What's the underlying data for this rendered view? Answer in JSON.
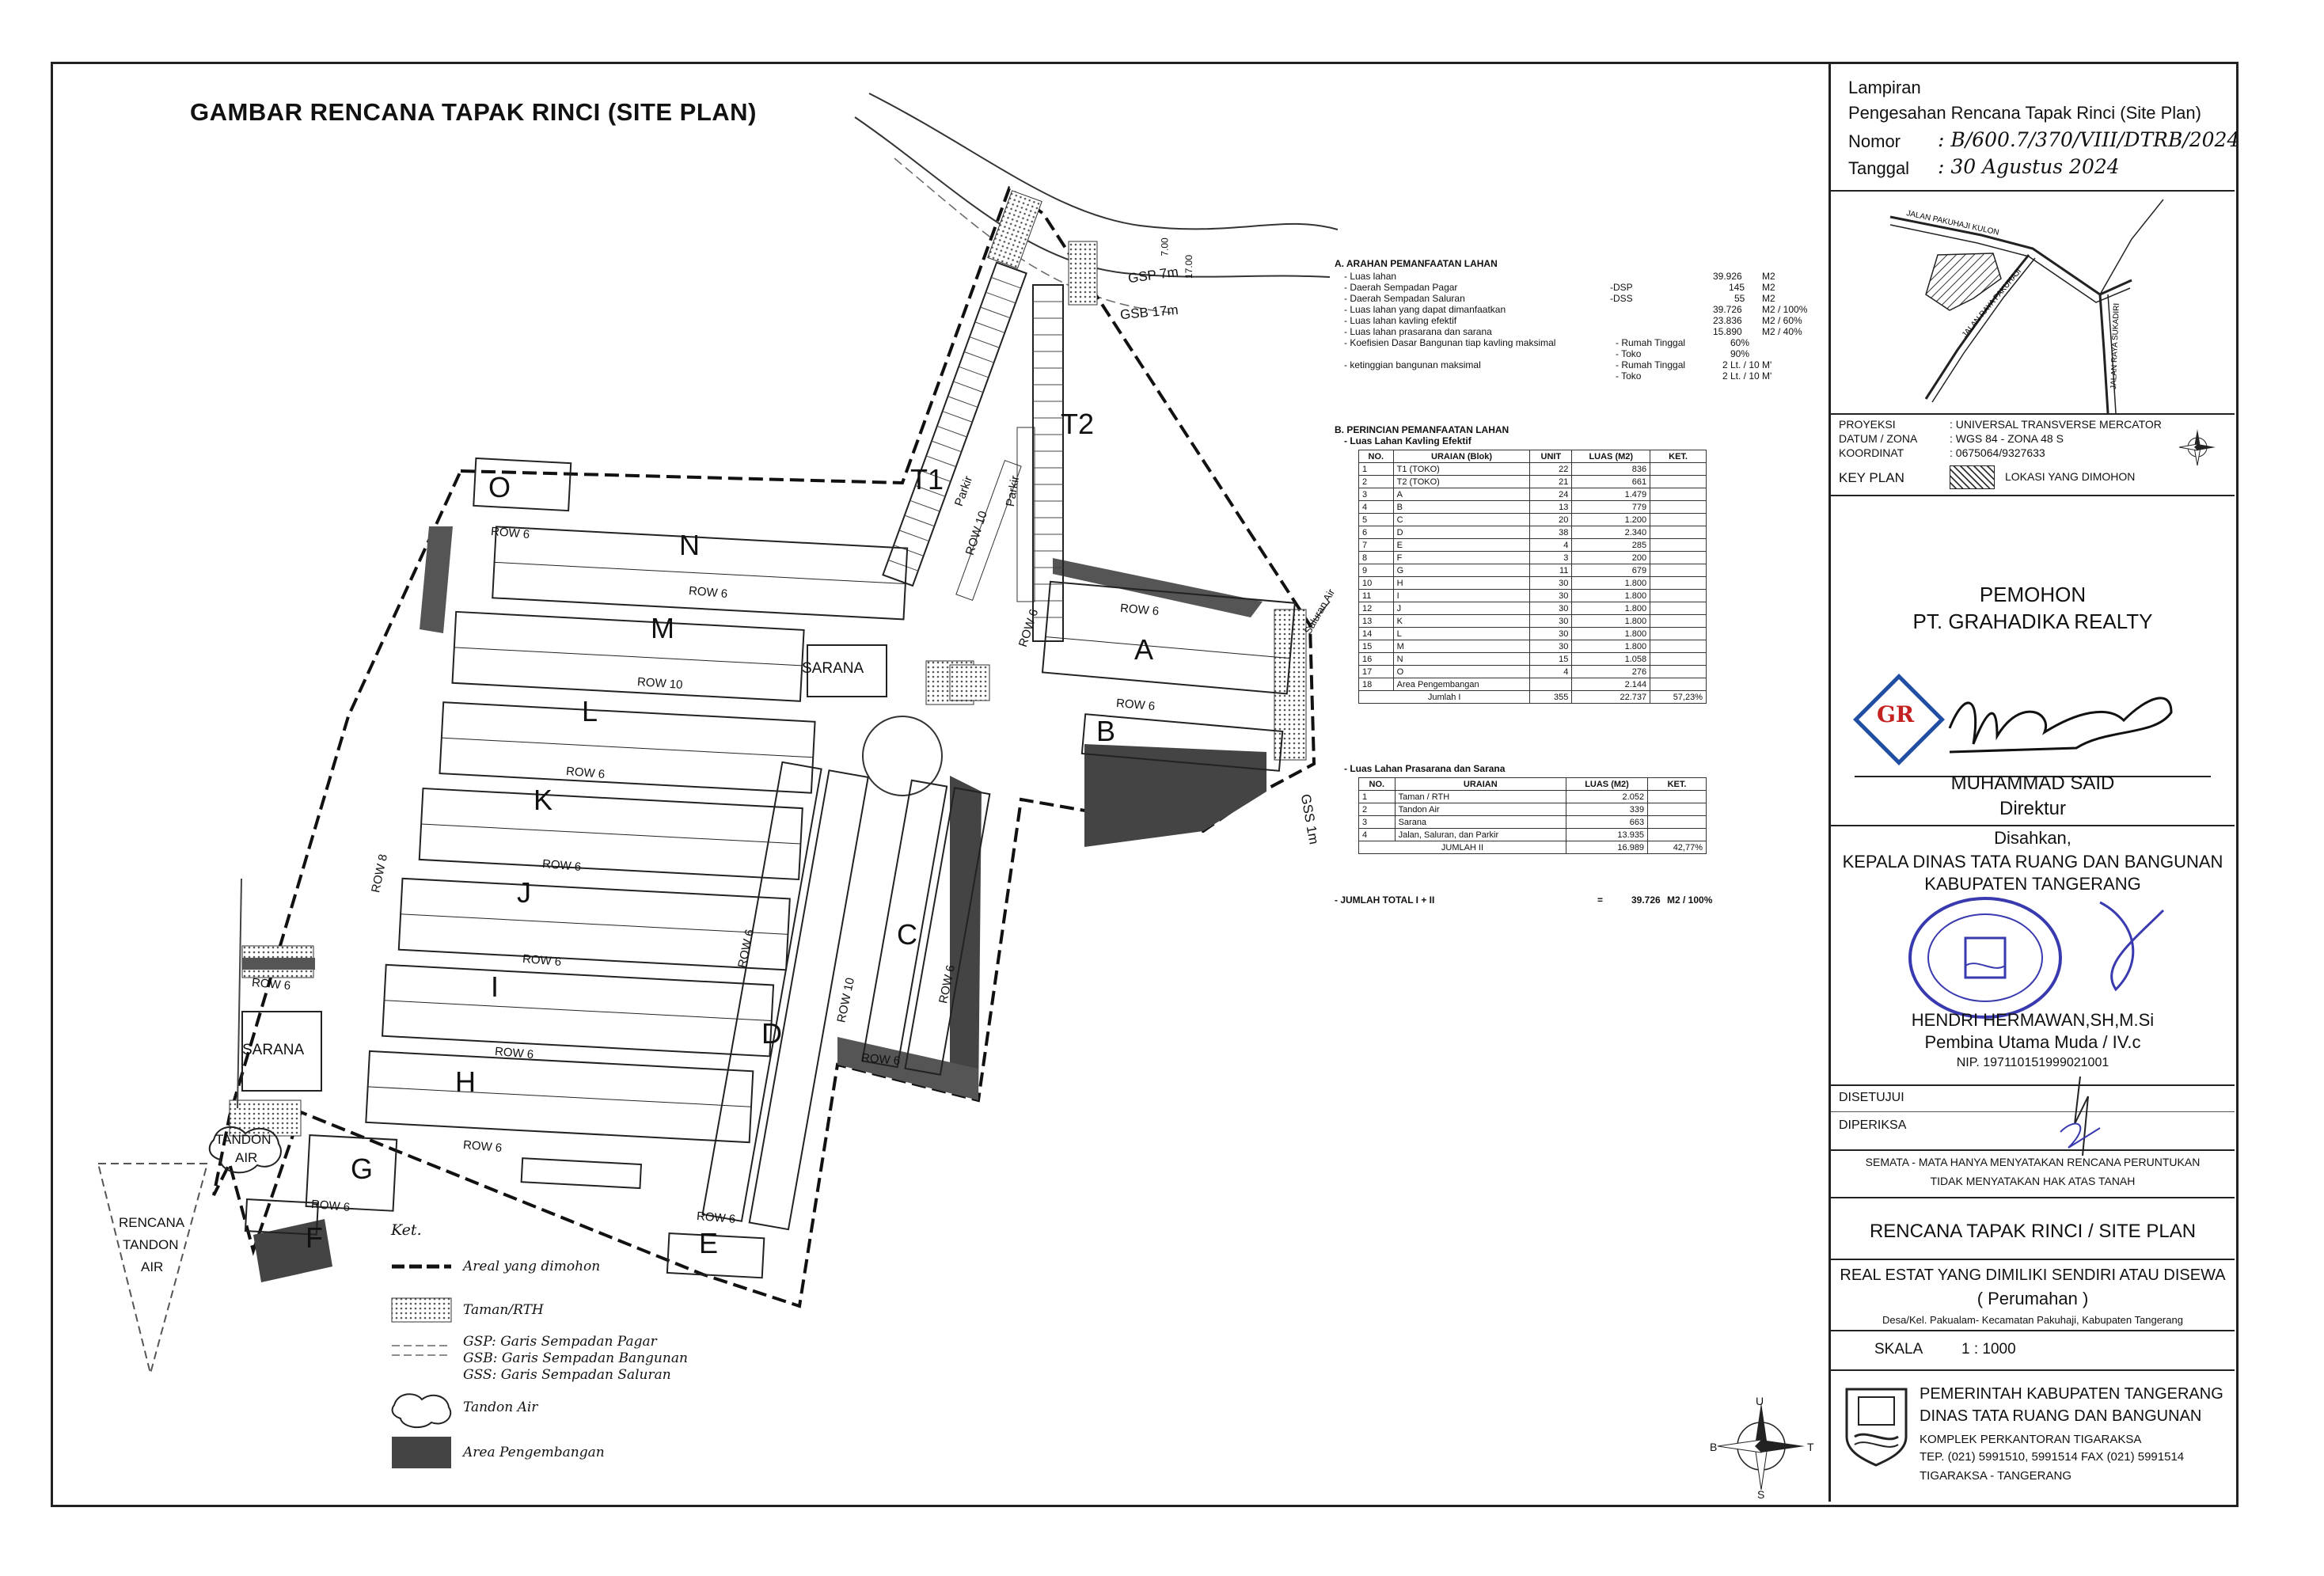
{
  "title": "GAMBAR RENCANA TAPAK RINCI (SITE PLAN)",
  "site_labels": {
    "gsp": "GSP 7m",
    "gsb": "GSB 17m",
    "gss": "GSS 1m",
    "saluran": "Saluran Air",
    "dim1": "7.00",
    "dim2": "17.00",
    "parkir1": "Parkir",
    "parkir2": "Parkir",
    "row10_a": "ROW 10",
    "row10_b": "ROW 10",
    "row10_c": "ROW 10",
    "row8": "ROW 8",
    "row6": "ROW 6",
    "sarana": "SARANA",
    "tandon_air1": "TANDON",
    "tandon_air2": "AIR",
    "rencana_tandon1": "RENCANA",
    "rencana_tandon2": "TANDON",
    "rencana_tandon3": "AIR"
  },
  "blocks": [
    "O",
    "N",
    "M",
    "L",
    "K",
    "J",
    "I",
    "H",
    "G",
    "F",
    "E",
    "D",
    "C",
    "B",
    "A",
    "T1",
    "T2"
  ],
  "info": {
    "a_head": "A. ARAHAN PEMANFAATAN LAHAN",
    "a_rows": [
      {
        "l": "- Luas lahan",
        "m": "",
        "v": "39.926",
        "u": "M2"
      },
      {
        "l": "- Daerah Sempadan Pagar",
        "m": "-DSP",
        "v": "145",
        "u": "M2"
      },
      {
        "l": "- Daerah Sempadan Saluran",
        "m": "-DSS",
        "v": "55",
        "u": "M2"
      },
      {
        "l": "- Luas lahan yang dapat dimanfaatkan",
        "m": "",
        "v": "39.726",
        "u": "M2 / 100%"
      },
      {
        "l": "- Luas lahan kavling efektif",
        "m": "",
        "v": "23.836",
        "u": "M2 / 60%"
      },
      {
        "l": "- Luas lahan prasarana dan sarana",
        "m": "",
        "v": "15.890",
        "u": "M2 / 40%"
      },
      {
        "l": "- Koefisien Dasar Bangunan tiap kavling maksimal",
        "m": "- Rumah Tinggal",
        "v": "60%",
        "u": ""
      },
      {
        "l": "",
        "m": "- Toko",
        "v": "90%",
        "u": ""
      },
      {
        "l": "- ketinggian bangunan maksimal",
        "m": "- Rumah Tinggal",
        "v": "2 Lt. / 10 M'",
        "u": ""
      },
      {
        "l": "",
        "m": "- Toko",
        "v": "2 Lt. / 10 M'",
        "u": ""
      }
    ],
    "b_head": "B. PERINCIAN PEMANFAATAN LAHAN",
    "b1_head": "- Luas Lahan Kavling Efektif",
    "t1_cols": [
      "NO.",
      "URAIAN (Blok)",
      "UNIT",
      "LUAS (M2)",
      "KET."
    ],
    "t1_rows": [
      [
        "1",
        "T1 (TOKO)",
        "22",
        "836",
        ""
      ],
      [
        "2",
        "T2 (TOKO)",
        "21",
        "661",
        ""
      ],
      [
        "3",
        "A",
        "24",
        "1.479",
        ""
      ],
      [
        "4",
        "B",
        "13",
        "779",
        ""
      ],
      [
        "5",
        "C",
        "20",
        "1.200",
        ""
      ],
      [
        "6",
        "D",
        "38",
        "2.340",
        ""
      ],
      [
        "7",
        "E",
        "4",
        "285",
        ""
      ],
      [
        "8",
        "F",
        "3",
        "200",
        ""
      ],
      [
        "9",
        "G",
        "11",
        "679",
        ""
      ],
      [
        "10",
        "H",
        "30",
        "1.800",
        ""
      ],
      [
        "11",
        "I",
        "30",
        "1.800",
        ""
      ],
      [
        "12",
        "J",
        "30",
        "1.800",
        ""
      ],
      [
        "13",
        "K",
        "30",
        "1.800",
        ""
      ],
      [
        "14",
        "L",
        "30",
        "1.800",
        ""
      ],
      [
        "15",
        "M",
        "30",
        "1.800",
        ""
      ],
      [
        "16",
        "N",
        "15",
        "1.058",
        ""
      ],
      [
        "17",
        "O",
        "4",
        "276",
        ""
      ],
      [
        "18",
        "Area Pengembangan",
        "",
        "2.144",
        ""
      ]
    ],
    "t1_total": {
      "label": "Jumlah I",
      "unit": "355",
      "luas": "22.737",
      "ket": "57,23%"
    },
    "b2_head": "- Luas Lahan Prasarana dan Sarana",
    "t2_cols": [
      "NO.",
      "URAIAN",
      "LUAS (M2)",
      "KET."
    ],
    "t2_rows": [
      [
        "1",
        "Taman / RTH",
        "2.052",
        ""
      ],
      [
        "2",
        "Tandon Air",
        "339",
        ""
      ],
      [
        "3",
        "Sarana",
        "663",
        ""
      ],
      [
        "4",
        "Jalan, Saluran, dan Parkir",
        "13.935",
        ""
      ]
    ],
    "t2_total": {
      "label": "JUMLAH II",
      "luas": "16.989",
      "ket": "42,77%"
    },
    "grand": {
      "label": "- JUMLAH TOTAL I + II",
      "eq": "=",
      "v": "39.726",
      "u": "M2 / 100%"
    }
  },
  "legend": {
    "head": "Ket.",
    "items": [
      "Areal yang dimohon",
      "Taman/RTH",
      "GSP: Garis Sempadan Pagar",
      "GSB: Garis Sempadan Bangunan",
      "GSS: Garis Sempadan Saluran",
      "Tandon Air",
      "Area Pengembangan"
    ]
  },
  "compass": {
    "n": "U",
    "s": "S",
    "e": "T",
    "w": "B"
  },
  "panel": {
    "lampiran": "Lampiran",
    "pengesahan": "Pengesahan Rencana Tapak Rinci (Site Plan)",
    "nomor_label": "Nomor",
    "nomor_value": ": B/600.7/370/VIII/DTRB/2024",
    "tanggal_label": "Tanggal",
    "tanggal_value": ": 30 Agustus 2024",
    "key_roads": [
      "JALAN PAKUHAJI KULON",
      "JALAN RAYA PAKUHAJI",
      "JALAN RAYA SUKADIRI"
    ],
    "proyeksi_label": "PROYEKSI",
    "proyeksi_value": ": UNIVERSAL TRANSVERSE MERCATOR",
    "datum_label": "DATUM / ZONA",
    "datum_value": ": WGS 84 - ZONA 48 S",
    "koordinat_label": "KOORDINAT",
    "koordinat_value": ": 0675064/9327633",
    "keyplan_label": "KEY PLAN",
    "keyplan_desc": "LOKASI YANG DIMOHON",
    "pemohon": "PEMOHON",
    "company": "PT. GRAHADIKA REALTY",
    "logo_text": "GR",
    "applicant_name": "MUHAMMAD SAID",
    "applicant_title": "Direktur",
    "disahkan": "Disahkan,",
    "kepala1": "KEPALA DINAS TATA RUANG DAN BANGUNAN",
    "kepala2": "KABUPATEN TANGERANG",
    "official_name": "HENDRI HERMAWAN,SH,M.Si",
    "official_rank": "Pembina Utama Muda / IV.c",
    "official_nip": "NIP. 197110151999021001",
    "disetujui": "DISETUJUI",
    "diperiksa": "DIPERIKSA",
    "note1": "SEMATA - MATA HANYA MENYATAKAN RENCANA PERUNTUKAN",
    "note2": "TIDAK MENYATAKAN HAK ATAS TANAH",
    "plan_title": "RENCANA TAPAK RINCI / SITE PLAN",
    "project1": "REAL ESTAT YANG DIMILIKI SENDIRI ATAU DISEWA",
    "project2": "( Perumahan )",
    "project3": "Desa/Kel. Pakualam- Kecamatan Pakuhaji, Kabupaten Tangerang",
    "skala_label": "SKALA",
    "skala_value": "1 : 1000",
    "gov1": "PEMERINTAH KABUPATEN TANGERANG",
    "gov2": "DINAS TATA RUANG DAN BANGUNAN",
    "gov3": "KOMPLEK PERKANTORAN TIGARAKSA",
    "gov4": "TEP. (021) 5991510, 5991514 FAX (021) 5991514",
    "gov5": "TIGARAKSA - TANGERANG"
  }
}
